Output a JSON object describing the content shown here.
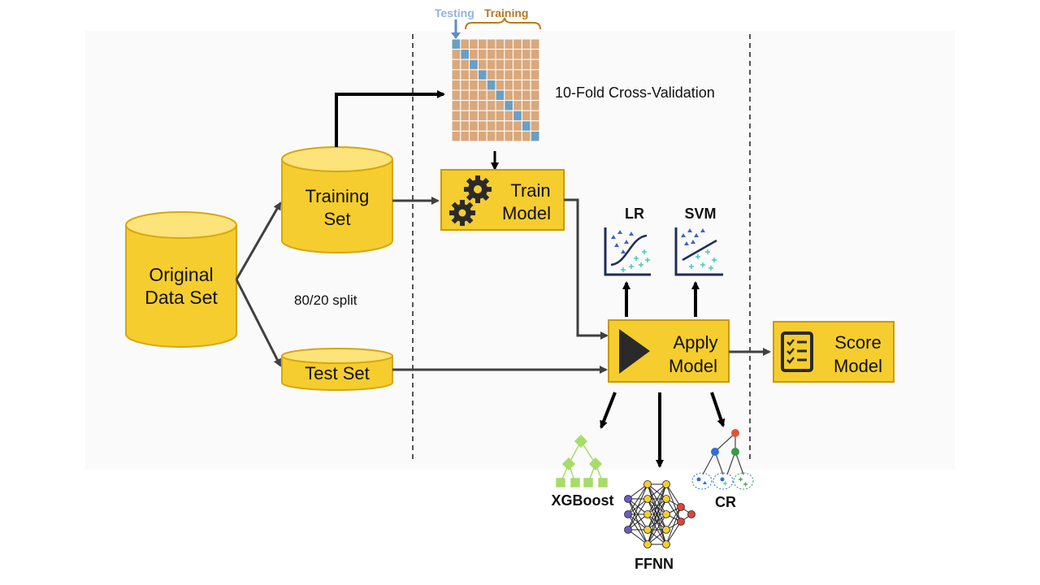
{
  "labels": {
    "original_data_set": [
      "Original",
      "Data Set"
    ],
    "training_set": [
      "Training",
      "Set"
    ],
    "test_set": "Test Set",
    "split": "80/20 split",
    "testing": "Testing",
    "training": "Training",
    "cross_validation": "10-Fold Cross-Validation",
    "train_model": [
      "Train",
      "Model"
    ],
    "apply_model": [
      "Apply",
      "Model"
    ],
    "score_model": [
      "Score",
      "Model"
    ],
    "lr": "LR",
    "svm": "SVM",
    "xgboost": "XGBoost",
    "ffnn": "FFNN",
    "cr": "CR"
  },
  "cv_grid": {
    "folds": 10,
    "columns": 10
  },
  "colors": {
    "cylinder_fill": "#f5cd2e",
    "cylinder_top": "#fce37a",
    "cylinder_stroke": "#d6a70f",
    "box_fill": "#f5cd2e",
    "box_stroke": "#c99a00",
    "cell_train": "#d9a87c",
    "cell_test": "#6a9fc4",
    "testing_label": "#8fb4dc",
    "training_label": "#b7791f",
    "arrow": "#000000",
    "connector": "#404040",
    "xgboost": "#a6dc6a",
    "ffnn_input": "#6a5acd",
    "ffnn_hidden": "#f5cd2e",
    "ffnn_output": "#e0453a",
    "cr_blue": "#2f6fd6",
    "cr_green": "#3a9a4a",
    "cr_red": "#e0553a",
    "chart_axis": "#1f2d5a",
    "chart_triangle": "#3d63c8",
    "chart_plus": "#4dc9b6"
  },
  "icons": {
    "train_model": "gears-icon",
    "apply_model": "play-triangle-icon",
    "score_model": "checklist-icon",
    "lr": "logistic-regression-chart-icon",
    "svm": "svm-chart-icon",
    "xgboost": "decision-tree-icon",
    "ffnn": "neural-network-icon",
    "cr": "causal-graph-icon"
  }
}
